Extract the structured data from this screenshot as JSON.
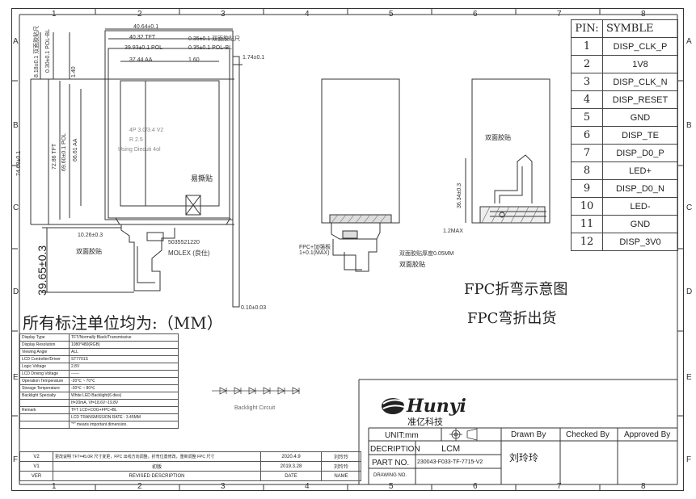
{
  "grid": {
    "columns": [
      "1",
      "2",
      "3",
      "4",
      "5",
      "6",
      "7",
      "8"
    ],
    "rows": [
      "A",
      "B",
      "C",
      "D",
      "E",
      "F"
    ]
  },
  "front_view": {
    "dims_top": [
      "40.64±0.1",
      "40.32 TFT",
      "39.93±0.1 POL",
      "37.44 AA"
    ],
    "dims_top_right": [
      "0.35±0.1 双面胶贴尺",
      "0.35±0.1 POL-BL",
      "1.60"
    ],
    "dims_left": [
      "74.68±0.1",
      "72.86 TFT",
      "69.60±0.1 POL",
      "66.61 AA"
    ],
    "dims_vertical_top": [
      "8.18±0.1 双面胶贴尺",
      "0.30±0.1 POL-BL",
      "1.40"
    ],
    "center_text": [
      "4P 3.0/3.4 V2",
      "R 2.5",
      "Using Diecuti 4ol"
    ],
    "tape_label": "易撕贴",
    "bottom_dim": "10.26±0.3",
    "connector_part": "5035521220",
    "connector_brand": "MOLEX (良仕)",
    "tape_bottom": "双面胶贴",
    "height_dim": "39.65±0.3"
  },
  "side_view": {
    "top_dim": "1.74±0.1",
    "bottom_dim": "0.10±0.03"
  },
  "fold_views": {
    "fpc_label": "FPC+加强板",
    "fpc_thickness": "1+0.1(MAX)",
    "tape_note": "双面胶贴厚度0.05MM",
    "tape_label": "双面胶贴",
    "tape_label_right": "双面胶贴",
    "height_dim": "36.34±0.3",
    "max_dim": "1.2MAX"
  },
  "notes": {
    "fold_diagram": "FPC折弯示意图",
    "fold_ship": "FPC弯折出货",
    "units_note": "所有标注单位均为:（MM）"
  },
  "pin_table": {
    "header": {
      "num": "PIN:",
      "name": "SYMBLE"
    },
    "pins": [
      {
        "num": "1",
        "name": "DISP_CLK_P"
      },
      {
        "num": "2",
        "name": "1V8"
      },
      {
        "num": "3",
        "name": "DISP_CLK_N"
      },
      {
        "num": "4",
        "name": "DISP_RESET"
      },
      {
        "num": "5",
        "name": "GND"
      },
      {
        "num": "6",
        "name": "DISP_TE"
      },
      {
        "num": "7",
        "name": "DISP_D0_P"
      },
      {
        "num": "8",
        "name": "LED+"
      },
      {
        "num": "9",
        "name": "DISP_D0_N"
      },
      {
        "num": "10",
        "name": "LED-"
      },
      {
        "num": "11",
        "name": "GND"
      },
      {
        "num": "12",
        "name": "DISP_3V0"
      }
    ]
  },
  "spec_table": [
    {
      "k": "Display Type",
      "v": "TFT/Normally Black/Transmissive"
    },
    {
      "k": "Display Resolution",
      "v": "1080*480(RGB)"
    },
    {
      "k": "Viewing Angle",
      "v": "ALL"
    },
    {
      "k": "LCD Controller/Driver",
      "v": "ST7701S"
    },
    {
      "k": "Logic Voltage",
      "v": "2.8V"
    },
    {
      "k": "LCD Driving Voltage",
      "v": "------"
    },
    {
      "k": "Operation Temperature",
      "v": "-20℃ ~ 70℃"
    },
    {
      "k": "Storage Temperature",
      "v": "-30℃ ~ 80℃"
    },
    {
      "k": "Backlight Specialty",
      "v": "White LED Backlight(6 dies)"
    },
    {
      "k": "",
      "v": "If=20mA, Vf=18.6V~19.8V"
    },
    {
      "k": "Remark",
      "v": "TFT LCD+COG+FPC+BL"
    },
    {
      "k": "",
      "v": "LCD TRANSMISSION RATE : 3.45MM"
    },
    {
      "k": "",
      "v": "\"*\" means important dimension."
    }
  ],
  "led_circuit": {
    "title": "Backlight Circuit"
  },
  "title_block": {
    "logo": "Hunyi",
    "company": "准亿科技",
    "unit": "UNIT:mm",
    "description_label": "DECRIPTION",
    "description": "LCM",
    "part_no_label": "PART NO.",
    "part_no": "230043-F033-TF-7715-V2",
    "drawing_no_label": "DRAWING NO.",
    "drawn_by_label": "Drawn By",
    "checked_by_label": "Checked By",
    "approved_by_label": "Approved By",
    "drawn_by": "刘玲玲"
  },
  "revisions": {
    "rows": [
      {
        "ver": "V2",
        "desc": "更改说明 TFT=45.0R 尺寸变更，FPC 出线方向调整，折弯位置修改，重新调整 FPC 尺寸",
        "date": "2020.4.9",
        "name": "刘玲玲"
      },
      {
        "ver": "V1",
        "desc": "初版",
        "date": "2019.3.28",
        "name": "刘玲玲"
      }
    ],
    "header": {
      "ver": "VER",
      "desc": "REVISED DESCRIPTION",
      "date": "DATE",
      "name": "NAME"
    }
  }
}
